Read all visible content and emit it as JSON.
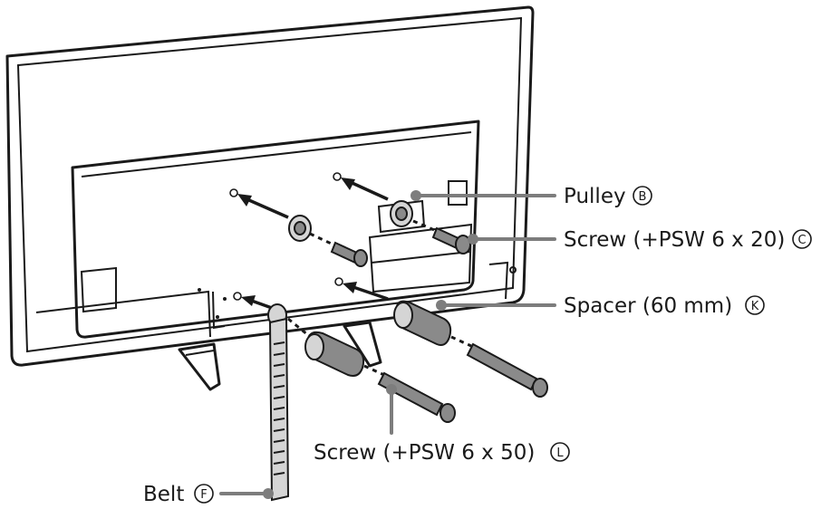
{
  "labels": {
    "pulley": "Pulley",
    "pulley_code": "B",
    "screw_c": "Screw (+PSW 6 x 20)",
    "screw_c_code": "C",
    "spacer": "Spacer (60 mm)",
    "spacer_code": "K",
    "screw_l": "Screw (+PSW 6 x 50)",
    "screw_l_code": "L",
    "belt": "Belt",
    "belt_code": "F"
  },
  "colors": {
    "leader": "#7d7d7d",
    "outline": "#1a1a1a",
    "part_fill": "#8a8a8a"
  }
}
